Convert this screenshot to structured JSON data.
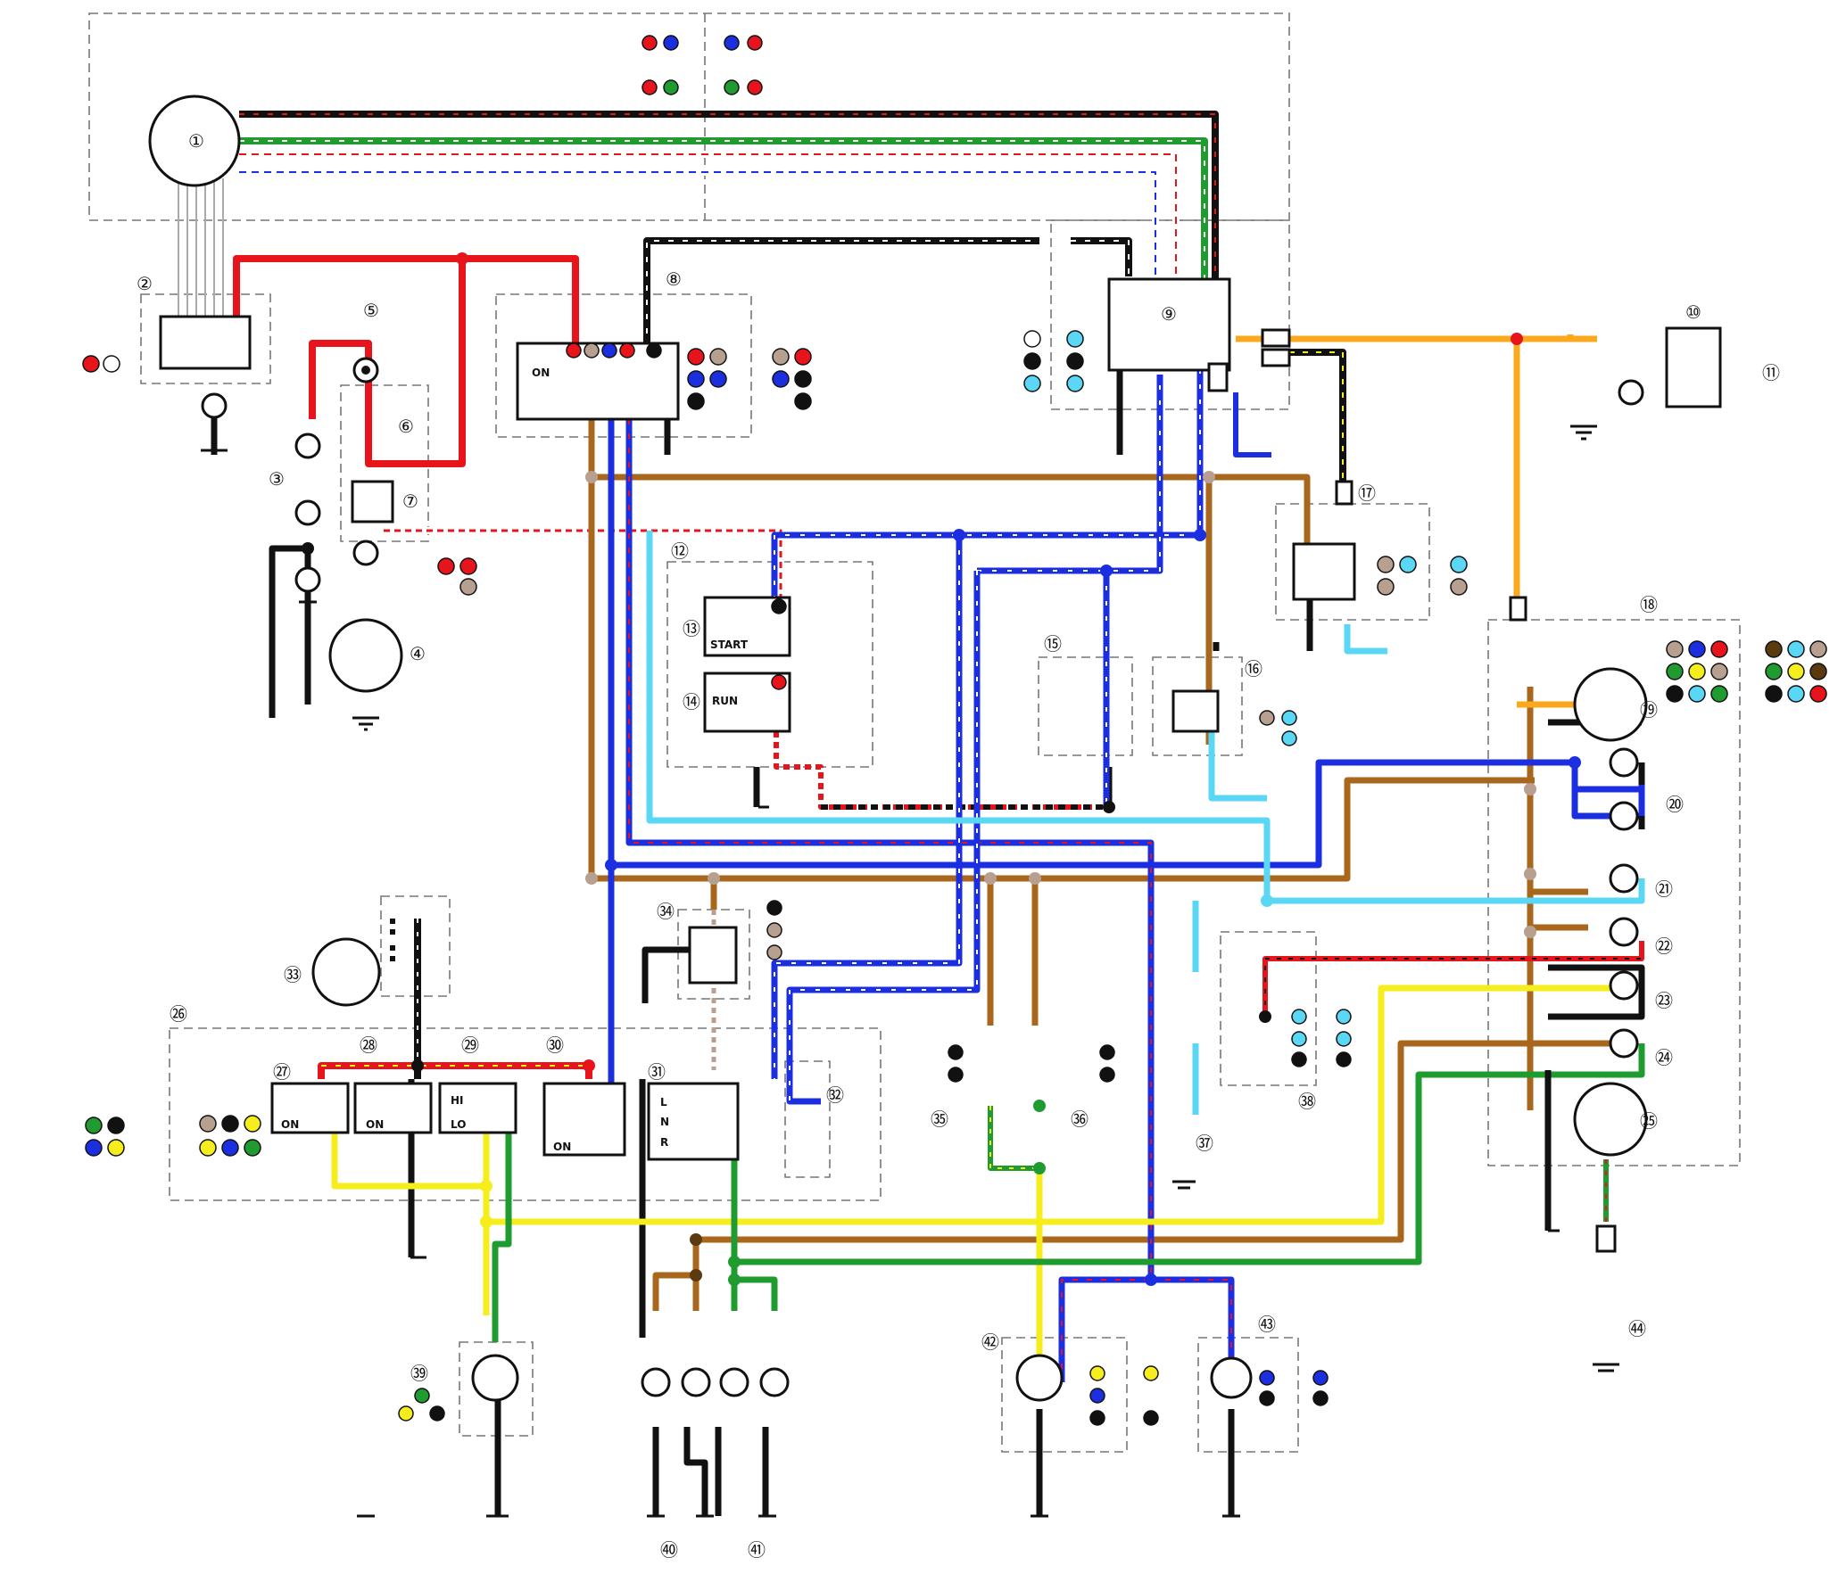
{
  "diagram": {
    "component_numbers": [
      "①",
      "②",
      "③",
      "④",
      "⑤",
      "⑥",
      "⑦",
      "⑧",
      "⑨",
      "⑩",
      "⑪",
      "⑫",
      "⑬",
      "⑭",
      "⑮",
      "⑯",
      "⑰",
      "⑱",
      "⑲",
      "⑳",
      "㉑",
      "㉒",
      "㉓",
      "㉔",
      "㉕",
      "㉖",
      "㉗",
      "㉘",
      "㉙",
      "㉚",
      "㉛",
      "㉜",
      "㉝",
      "㉞",
      "㉟",
      "㊱",
      "㊲",
      "㊳",
      "㊴",
      "㊵",
      "㊶",
      "㊷",
      "㊸",
      "㊹"
    ],
    "switch_labels": {
      "main_on": "ON",
      "start": "START",
      "run": "RUN",
      "sw27_on": "ON",
      "sw28_on": "ON",
      "hi": "HI",
      "lo": "LO",
      "sw30_on": "ON",
      "neutral_l": "L",
      "neutral_n": "N",
      "neutral_r": "R"
    },
    "wire_colors": {
      "red": "#e8141c",
      "black": "#111111",
      "brown": "#a8671c",
      "blue": "#1c2fe0",
      "sky_blue": "#5ad7f5",
      "green": "#1f9b2f",
      "yellow": "#f5ee1c",
      "orange": "#fba81c",
      "white": "#ffffff",
      "tan": "#b7a08f"
    }
  }
}
